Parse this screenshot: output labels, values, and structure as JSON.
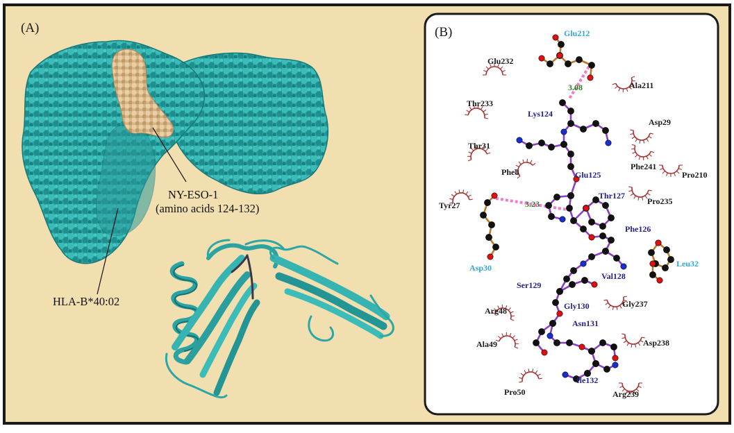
{
  "panel_a": {
    "label": "(A)",
    "peptide_label_line1": "NY-ESO-1",
    "peptide_label_line2": "(amino acids 124-132)",
    "mhc_label": "HLA-B*40:02"
  },
  "panel_b": {
    "label": "(B)",
    "ligand_residues": [
      "Lys124",
      "Glu125",
      "Phe126",
      "Thr127",
      "Val128",
      "Ser129",
      "Gly130",
      "Asn131",
      "Ile132"
    ],
    "hbond_residues": [
      "Glu212",
      "Asp30",
      "Leu32"
    ],
    "hydrophobic_residues": [
      "Glu232",
      "Ala211",
      "Thr233",
      "Asp29",
      "Thr31",
      "Phe241",
      "Pro210",
      "Phe8",
      "Tyr27",
      "Pro235",
      "Gly237",
      "Arg48",
      "Asp238",
      "Ala49",
      "Pro50",
      "Arg239"
    ],
    "distances": [
      "3.08",
      "3.23"
    ]
  },
  "colors": {
    "background_tan": "#f1dfb0",
    "surface_teal": "#2aa0a0",
    "peptide_tan": "#d8b88c",
    "ligand_bond": "#8a3ec8",
    "hbond_pink": "#f07ad0",
    "hydrophobic_arc": "#a83232"
  }
}
